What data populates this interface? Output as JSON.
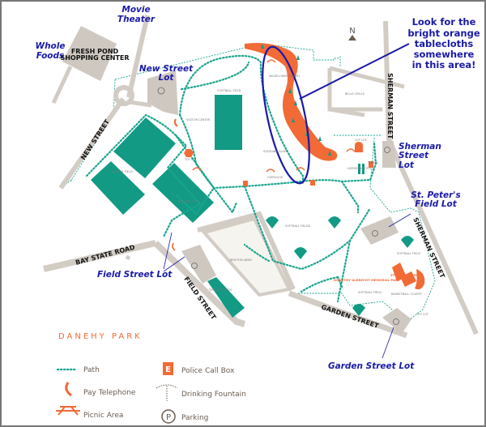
{
  "map": {
    "title": "DANEHY PARK",
    "callout": [
      "Look for the",
      "bright orange",
      "tablecloths",
      "somewhere",
      "in this area!"
    ],
    "north_label": "N",
    "places": {
      "movie_theater": [
        "Movie",
        "Theater"
      ],
      "whole_foods": [
        "Whole",
        "Foods"
      ],
      "shopping_center": [
        "FRESH POND",
        "SHOPPING CENTER"
      ],
      "new_street_lot": [
        "New Street",
        "Lot"
      ],
      "sherman_street_lot": [
        "Sherman",
        "Street",
        "Lot"
      ],
      "st_peters_lot": [
        "St. Peter's",
        "Field Lot"
      ],
      "field_street_lot": "Field Street Lot",
      "garden_street_lot": "Garden Street Lot"
    },
    "streets": {
      "new_street": "NEW STREET",
      "sherman_street_top": "SHERMAN STREET",
      "sherman_street_bottom": "SHERMAN STREET",
      "bay_state_road": "BAY STATE ROAD",
      "field_street": "FIELD STREET",
      "garden_street": "GARDEN STREET"
    },
    "small_labels": {
      "football_field": "FOOTBALL FIELD",
      "wildflower_marsh": "WILDFLOWER MARSH",
      "bells_circle": "BELLS CIRCLE",
      "sledding_slope": "SLEDDING SLOPE",
      "overlook": "OVERLOOK",
      "tot_lot_top": "TOT LOT",
      "tot_lot_left": "TOT LOT",
      "visitor_center": "VISITOR CENTER",
      "soccer_field_1": "SOCCER FIELD",
      "soccer_field_2": "SOCCER FIELD",
      "softball_fields": "SOFTBALL FIELDS",
      "briston_arms": "BRISTON ARMS",
      "tennis_courts": "TENNIS COURTS",
      "softball_field_right": "SOFTBALL FIELD",
      "st_peters_field": "ST. PETER'S FIELD",
      "memorial_park": "DOROTHY ALBRECHT MEMORIAL PARK",
      "softball_field_lower": "SOFTBALL FIELD",
      "basketball_courts": "BASKETBALL COURTS",
      "tot_lot_bottom": "TOT LOT",
      "horseshoe": "HORSESHOE PITCH",
      "tennis": "TENNIS"
    },
    "parking_symbol": "P",
    "police_symbol": "E"
  },
  "legend": {
    "path": "Path",
    "pay_telephone": "Pay Telephone",
    "picnic_area": "Picnic Area",
    "police_call_box": "Police Call Box",
    "drinking_fountain": "Drinking Fountain",
    "parking": "Parking"
  },
  "colors": {
    "teal": "#129a85",
    "orange": "#f26a35",
    "callout_blue": "#1a1aa8",
    "road": "#d3ccc4"
  }
}
